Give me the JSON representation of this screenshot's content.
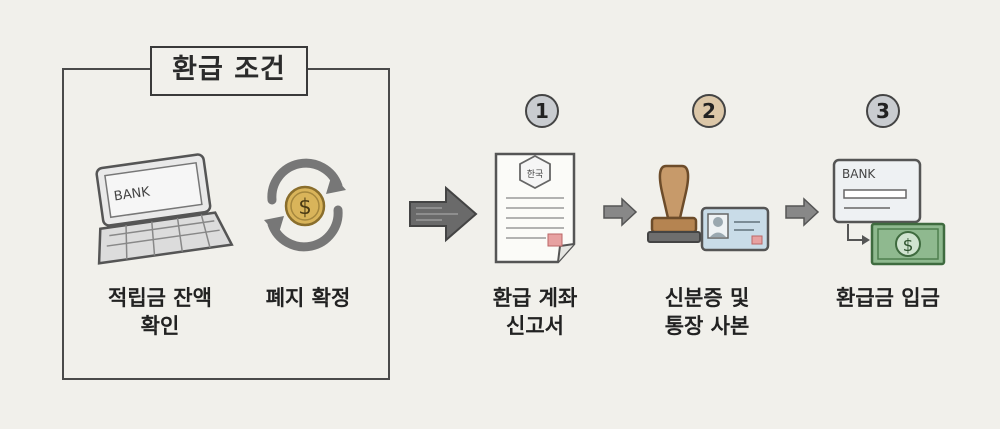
{
  "condition_box": {
    "title": "환급 조건",
    "items": [
      {
        "label": "적립금 잔액\n확인",
        "icon": "laptop-bank-icon",
        "bank_text": "BANK"
      },
      {
        "label": "폐지 확정",
        "icon": "dollar-cycle-icon",
        "symbol": "$"
      }
    ]
  },
  "steps": [
    {
      "number": "1",
      "label": "환급 계좌\n신고서",
      "icon": "document-icon",
      "seal_text": "한국",
      "badge_color": "#c9ccd0"
    },
    {
      "number": "2",
      "label": "신분증 및\n통장 사본",
      "icon": "stamp-id-card-icon",
      "badge_color": "#dcc7a8"
    },
    {
      "number": "3",
      "label": "환급금 입금",
      "icon": "bank-transfer-icon",
      "bank_text": "BANK",
      "symbol": "$",
      "badge_color": "#c9ccd0"
    }
  ],
  "colors": {
    "gold": "#d9b45a",
    "money_green": "#8fb98f",
    "card_blue": "#c9dce8",
    "stamp_wood": "#c79a6a"
  }
}
